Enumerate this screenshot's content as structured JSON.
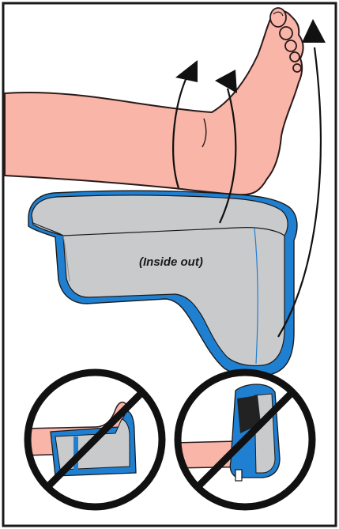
{
  "figure": {
    "center_label": "(Inside out)"
  },
  "colors": {
    "frame": "#1a1a1a",
    "skin": "#f8b5a8",
    "skin_stroke": "#2a1a1a",
    "boot_gray": "#c8cacc",
    "boot_gray_dark": "#a9acaf",
    "boot_blue": "#1f7fd1",
    "arrow": "#111111",
    "prohibition": "#111111"
  },
  "prohibited_examples": [
    {
      "name": "boot-with-strap-wrong"
    },
    {
      "name": "boot-upright-wrong"
    }
  ]
}
